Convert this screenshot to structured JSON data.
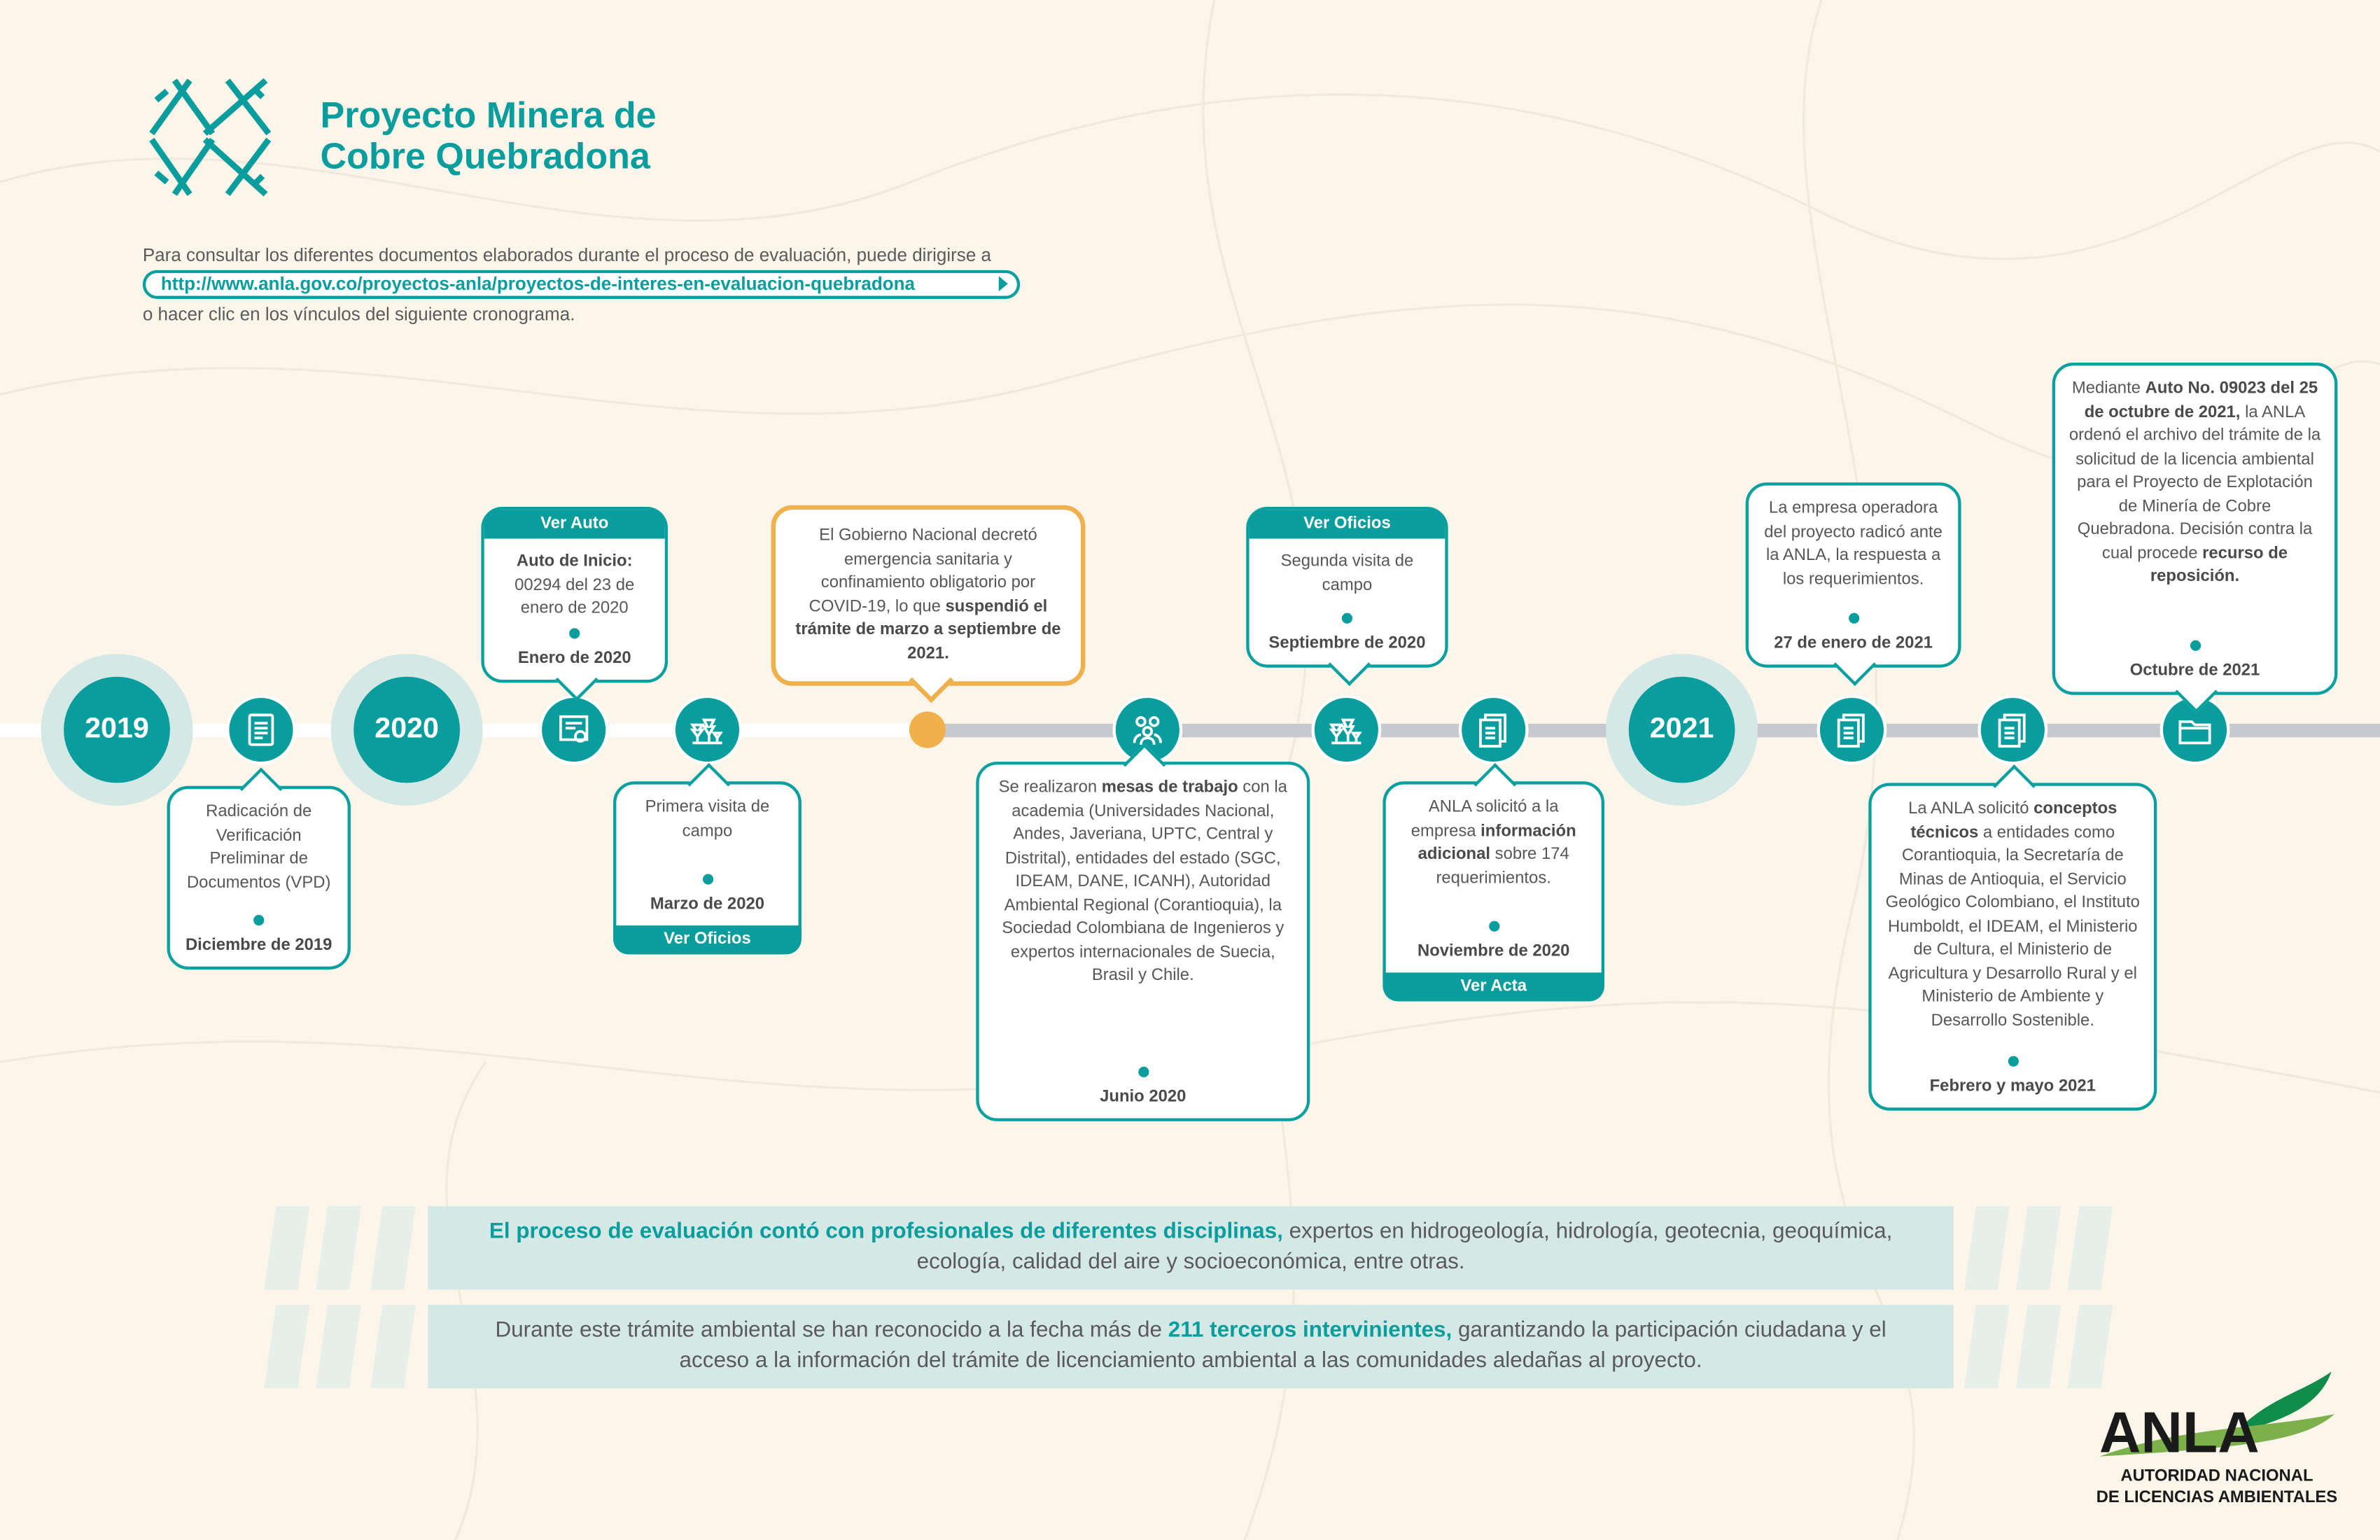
{
  "header": {
    "title_line1": "Proyecto Minera de",
    "title_line2": "Cobre Quebradona",
    "intro": "Para consultar los diferentes documentos elaborados durante el proceso de evaluación, puede dirigirse a",
    "link": "http://www.anla.gov.co/proyectos-anla/proyectos-de-interes-en-evaluacion-quebradona",
    "outro": "o hacer clic en los vínculos del siguiente cronograma."
  },
  "years": [
    "2019",
    "2020",
    "2021"
  ],
  "events": [
    {
      "icon": "document",
      "pos": "below",
      "text": [
        {
          "t": "Radicación de Verificación Preliminar de Documentos (VPD)"
        }
      ],
      "date": "Diciembre de 2019"
    },
    {
      "icon": "certificate",
      "pos": "above",
      "header": "Ver Auto",
      "text": [
        {
          "t": "Auto de Inicio:",
          "b": true
        },
        {
          "t": " 00294 del 23 de enero de 2020"
        }
      ],
      "date": "Enero de 2020"
    },
    {
      "icon": "trees",
      "pos": "below",
      "footer": "Ver Oficios",
      "text": [
        {
          "t": "Primera visita de campo"
        }
      ],
      "date": "Marzo de 2020"
    },
    {
      "icon": "none",
      "pos": "above",
      "orange": true,
      "text": [
        {
          "t": "El Gobierno Nacional decretó emergencia sanitaria y confinamiento obligatorio por COVID-19, lo que "
        },
        {
          "t": "suspendió el trámite de marzo a septiembre de 2021.",
          "b": true
        }
      ]
    },
    {
      "icon": "people",
      "pos": "below",
      "text": [
        {
          "t": "Se realizaron "
        },
        {
          "t": "mesas de trabajo",
          "b": true
        },
        {
          "t": " con la academia (Universidades Nacional, Andes, Javeriana, UPTC, Central y Distrital), entidades del estado (SGC, IDEAM, DANE, ICANH), Autoridad Ambiental Regional (Corantioquia), la Sociedad Colombiana de Ingenieros y expertos internacionales de Suecia, Brasil y Chile."
        }
      ],
      "date": "Junio 2020"
    },
    {
      "icon": "trees",
      "pos": "above",
      "header": "Ver Oficios",
      "text": [
        {
          "t": "Segunda visita de campo"
        }
      ],
      "date": "Septiembre de 2020"
    },
    {
      "icon": "documents",
      "pos": "below",
      "footer": "Ver Acta",
      "text": [
        {
          "t": "ANLA solicitó a la empresa "
        },
        {
          "t": "información adicional",
          "b": true
        },
        {
          "t": " sobre 174 requerimientos."
        }
      ],
      "date": "Noviembre de 2020"
    },
    {
      "icon": "documents",
      "pos": "above",
      "text": [
        {
          "t": "La empresa operadora del proyecto radicó ante la ANLA, la respuesta a los requerimientos."
        }
      ],
      "date": "27 de enero de 2021"
    },
    {
      "icon": "documents",
      "pos": "below",
      "text": [
        {
          "t": "La ANLA solicitó "
        },
        {
          "t": "conceptos técnicos",
          "b": true
        },
        {
          "t": " a entidades como Corantioquia, la Secretaría de Minas de Antioquia, el Servicio Geológico Colombiano,  el Instituto Humboldt, el IDEAM, el Ministerio de Cultura, el Ministerio de Agricultura y Desarrollo Rural y el Ministerio de Ambiente y Desarrollo Sostenible."
        }
      ],
      "date": "Febrero y mayo 2021"
    },
    {
      "icon": "folder",
      "pos": "above",
      "text": [
        {
          "t": "Mediante "
        },
        {
          "t": "Auto No. 09023 del 25 de octubre de 2021,",
          "b": true
        },
        {
          "t": " la ANLA ordenó el archivo del trámite de la solicitud de la licencia ambiental para el Proyecto de Explotación de Minería de Cobre Quebradona. Decisión contra la cual procede "
        },
        {
          "t": "recurso de reposición.",
          "b": true
        }
      ],
      "date": "Octubre de 2021"
    }
  ],
  "banners": [
    [
      {
        "t": "El proceso de evaluación contó con profesionales de diferentes disciplinas,",
        "b": true
      },
      {
        "t": " expertos en hidrogeología, hidrología, geotecnia, geoquímica, ecología, calidad del aire y socioeconómica, entre otras."
      }
    ],
    [
      {
        "t": "Durante este trámite ambiental se han reconocido a la fecha más de "
      },
      {
        "t": "211 terceros intervinientes,",
        "b": true
      },
      {
        "t": " garantizando la participación ciudadana y el acceso a la información del trámite de licenciamiento ambiental a las comunidades aledañas al proyecto."
      }
    ]
  ],
  "logo": {
    "name": "ANLA",
    "sub1": "AUTORIDAD NACIONAL",
    "sub2": "DE LICENCIAS  AMBIENTALES"
  },
  "colors": {
    "teal": "#0a9d9d",
    "orange": "#f0b04c",
    "background": "#fbf5ea",
    "banner": "#d4e8e6"
  }
}
